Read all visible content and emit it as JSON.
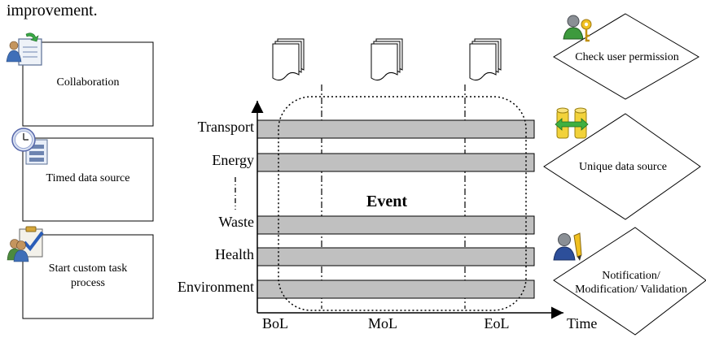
{
  "header_text": "improvement.",
  "left_boxes": [
    {
      "label": "Collaboration",
      "icon": "collaboration-icon"
    },
    {
      "label": "Timed data source",
      "icon": "clock-icon"
    },
    {
      "label": "Start custom task",
      "label2": "process",
      "icon": "task-check-icon"
    }
  ],
  "right_diamonds": [
    {
      "label": "Check user permission",
      "icon": "user-key-icon"
    },
    {
      "label": "Unique data source",
      "icon": "data-sync-icon"
    },
    {
      "label": "Notification/",
      "label2": "Modification/ Validation",
      "icon": "user-pencil-icon"
    }
  ],
  "chart": {
    "categories": [
      "Transport",
      "Energy",
      "Waste",
      "Health",
      "Environment"
    ],
    "center_label": "Event",
    "x_axis_label": "Time",
    "phases": [
      "BoL",
      "MoL",
      "EoL"
    ]
  }
}
